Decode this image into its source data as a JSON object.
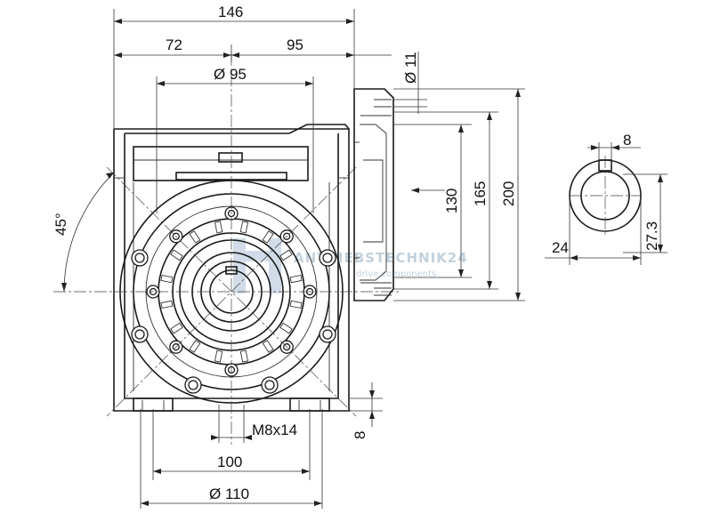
{
  "drawing": {
    "dimensions": {
      "overall_width": "146",
      "left_part": "72",
      "right_part": "95",
      "flange_dia": "Ø 95",
      "hole_dia": "Ø 11",
      "angle": "45°",
      "h130": "130",
      "h165": "165",
      "h200": "200",
      "key_width": "8",
      "shaft_dia": "24",
      "key_height": "27.3",
      "thread": "M8x14",
      "base_100": "100",
      "base_dia": "Ø 110",
      "foot_8": "8"
    },
    "watermark": {
      "brand": "ANTRIEBSTECHNIK24",
      "tagline": "drive components"
    },
    "colors": {
      "line": "#1b1b1b",
      "watermark": "#b9c9d8"
    }
  }
}
